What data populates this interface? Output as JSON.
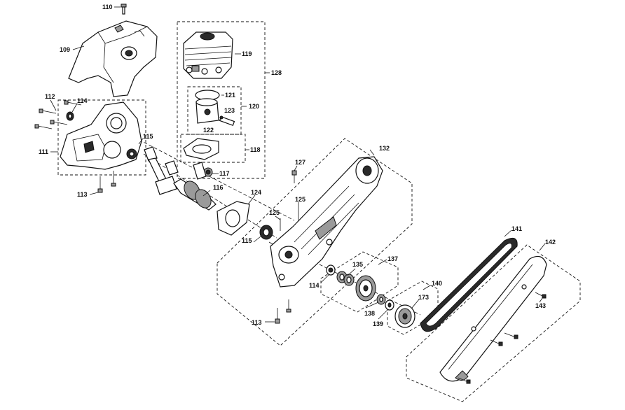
{
  "callouts": [
    {
      "id": "c110",
      "text": "110"
    },
    {
      "id": "c109",
      "text": "109"
    },
    {
      "id": "c119",
      "text": "119"
    },
    {
      "id": "c128",
      "text": "128"
    },
    {
      "id": "c121",
      "text": "121"
    },
    {
      "id": "c120",
      "text": "120"
    },
    {
      "id": "c123",
      "text": "123"
    },
    {
      "id": "c122",
      "text": "122"
    },
    {
      "id": "c112",
      "text": "112"
    },
    {
      "id": "c114a",
      "text": "114"
    },
    {
      "id": "c111",
      "text": "111"
    },
    {
      "id": "c115a",
      "text": "115"
    },
    {
      "id": "c118",
      "text": "118"
    },
    {
      "id": "c117",
      "text": "117"
    },
    {
      "id": "c116",
      "text": "116"
    },
    {
      "id": "c113a",
      "text": "113"
    },
    {
      "id": "c127",
      "text": "127"
    },
    {
      "id": "c132",
      "text": "132"
    },
    {
      "id": "c124",
      "text": "124"
    },
    {
      "id": "c125a",
      "text": "125"
    },
    {
      "id": "c125b",
      "text": "125"
    },
    {
      "id": "c115b",
      "text": "115"
    },
    {
      "id": "c137",
      "text": "137"
    },
    {
      "id": "c135",
      "text": "135"
    },
    {
      "id": "c114b",
      "text": "114"
    },
    {
      "id": "c138",
      "text": "138"
    },
    {
      "id": "c139",
      "text": "139"
    },
    {
      "id": "c173",
      "text": "173"
    },
    {
      "id": "c140",
      "text": "140"
    },
    {
      "id": "c141",
      "text": "141"
    },
    {
      "id": "c142",
      "text": "142"
    },
    {
      "id": "c143",
      "text": "143"
    },
    {
      "id": "c113b",
      "text": "113"
    }
  ]
}
